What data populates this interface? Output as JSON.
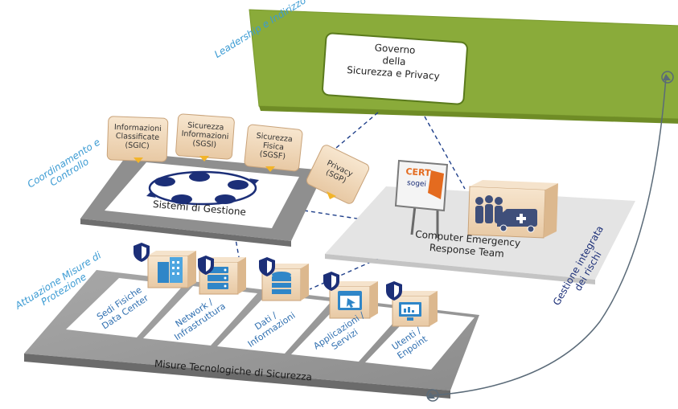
{
  "layers": {
    "leadership": "Leadership e Indirizzo",
    "coordination": "Coordinamento e Controllo",
    "implementation": "Attuazione Misure di Protezione"
  },
  "governance": {
    "line1": "Governo",
    "line2": "della",
    "line3": "Sicurezza e Privacy"
  },
  "management": {
    "center": "Sistemi di Gestione",
    "tiles": [
      {
        "line1": "Informazioni",
        "line2": "Classificate",
        "line3": "(SGIC)"
      },
      {
        "line1": "Sicurezza",
        "line2": "Informazioni",
        "line3": "(SGSI)"
      },
      {
        "line1": "Sicurezza",
        "line2": "Fisica",
        "line3": "(SGSF)"
      },
      {
        "line1": "Privacy",
        "line2": "(SGP)"
      }
    ]
  },
  "cert": {
    "sign_top": "CERT",
    "sign_bottom": "sogei",
    "line1": "Computer Emergency",
    "line2": "Response Team"
  },
  "measures": {
    "title": "Misure Tecnologiche di Sicurezza",
    "columns": [
      {
        "line1": "Sedi Fisiche",
        "line2": "Data Center"
      },
      {
        "line1": "Network /",
        "line2": "Infrastruttura"
      },
      {
        "line1": "Dati /",
        "line2": "Informazioni"
      },
      {
        "line1": "Applicazioni /",
        "line2": "Servizi"
      },
      {
        "line1": "Utenti /",
        "line2": "Enpoint"
      }
    ]
  },
  "risk": {
    "line1": "Gestione integrata",
    "line2": "dei rischi"
  },
  "colors": {
    "green": "#8aab3a",
    "caption_blue": "#3b9bd3",
    "tile_beige": "#f3dcc0",
    "platform_gray": "#9a9a9a"
  }
}
